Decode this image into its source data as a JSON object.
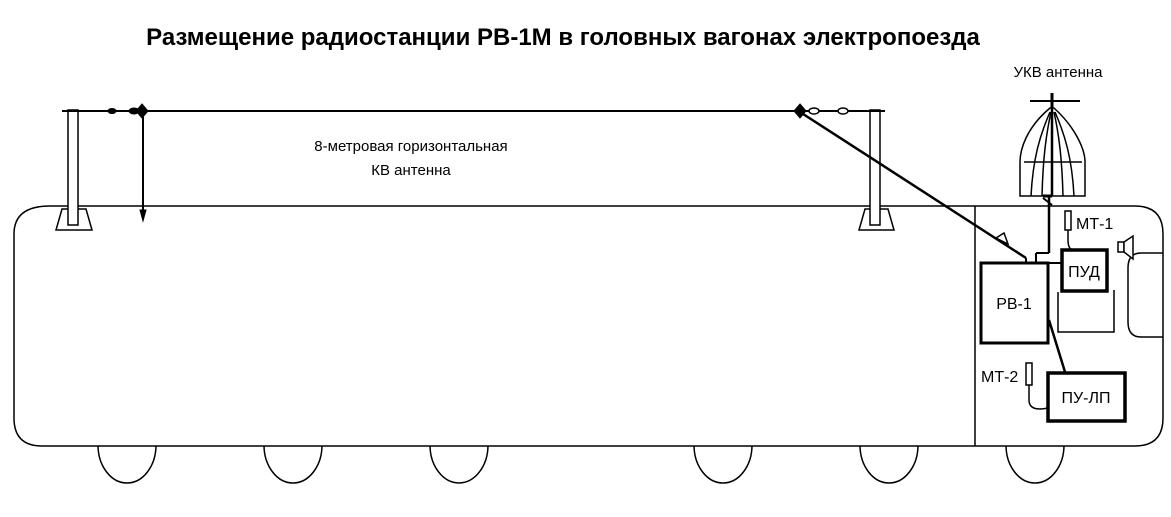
{
  "title": "Размещение радиостанции РВ-1М в  головных вагонах электропоезда",
  "uhf_antenna_label": "УКВ антенна",
  "hf_antenna_label": {
    "line1": "8-метровая горизонтальная",
    "line2": "КВ антенна"
  },
  "units": {
    "radio_station": "РВ-1",
    "driver_panel": "ПУД",
    "line_panel": "ПУ-ЛП",
    "handset_1": "МТ-1",
    "handset_2": "МТ-2"
  }
}
